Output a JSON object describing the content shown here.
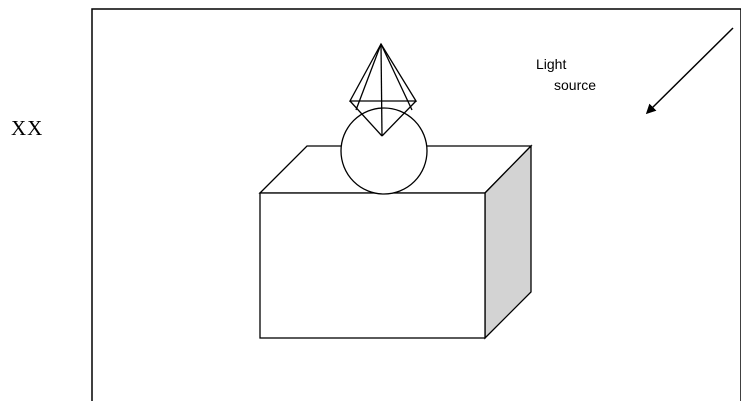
{
  "side_label": "XX",
  "light_label": {
    "line1": "Light",
    "line2": "source"
  },
  "colors": {
    "stroke": "#000000",
    "background": "#ffffff",
    "shaded_face": "#d3d3d3"
  }
}
